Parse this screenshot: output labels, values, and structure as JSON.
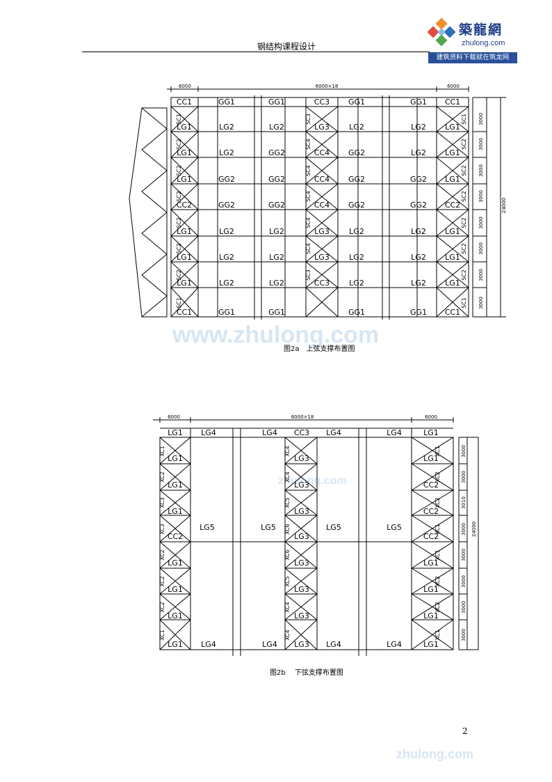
{
  "header": {
    "title": "钢结构课程设计"
  },
  "logo": {
    "name": "築龍網",
    "url": "zhulong.com",
    "tagline": "建筑资料下载就在筑龙网"
  },
  "figure_a": {
    "caption": "图2a　上弦支撑布置图",
    "dim_left": "6000",
    "dim_mid": "6000×18",
    "dim_right": "6000",
    "dim_total": "24000",
    "row_dim": "3000",
    "labels": [
      [
        "CC1",
        "GG1",
        "GG1",
        "CC3",
        "GG1",
        "GG1",
        "CC1"
      ],
      [
        "LG1",
        "LG2",
        "LG2",
        "LG3",
        "LG2",
        "LG2",
        "LG1"
      ],
      [
        "LG1",
        "LG2",
        "GG2",
        "CC4",
        "GG2",
        "LG2",
        "LG1"
      ],
      [
        "LG1",
        "GG2",
        "GG2",
        "CC4",
        "GG2",
        "GG2",
        "LG1"
      ],
      [
        "CC2",
        "GG2",
        "GG2",
        "CC4",
        "GG2",
        "GG2",
        "CC2"
      ],
      [
        "LG1",
        "LG2",
        "LG2",
        "LG3",
        "LG2",
        "LG2",
        "LG1"
      ],
      [
        "LG1",
        "LG2",
        "LG2",
        "LG3",
        "LG2",
        "LG2",
        "LG1"
      ],
      [
        "LG1",
        "LG2",
        "LG2",
        "CC3",
        "LG2",
        "LG2",
        "LG1"
      ],
      [
        "CC1",
        "GG1",
        "GG1",
        "",
        "GG1",
        "GG1",
        "CC1"
      ]
    ],
    "left_side": [
      "SC1",
      "SC2",
      "SC2",
      "SC2",
      "SC2",
      "SC2",
      "SC2",
      "SC1"
    ],
    "mid_side": [
      "SC3",
      "SC4",
      "SC4",
      "SC4",
      "SC4",
      "SC4",
      "SC3"
    ],
    "right_side": [
      "SC1",
      "SC2",
      "SC2",
      "SC2",
      "SC2",
      "SC2",
      "SC2",
      "SC1"
    ]
  },
  "figure_b": {
    "caption": "图2b　 下弦支撑布置图",
    "dim_left": "6000",
    "dim_mid": "6000×18",
    "dim_right": "6000",
    "dim_total": "24000",
    "row_dims": [
      "3000",
      "3000",
      "3010",
      "3000",
      "3000",
      "3000",
      "3000",
      "3000"
    ],
    "top_labels": [
      "LG1",
      "LG4",
      "LG4",
      "CC3",
      "LG4",
      "LG4",
      "LG1"
    ],
    "mid_labels": [
      "LG5",
      "LG5",
      "LG5",
      "LG5"
    ],
    "bottom_labels": [
      "LG1",
      "LG4",
      "LG4",
      "LG3",
      "LG4",
      "LG4",
      "LG1"
    ],
    "left_col": [
      "LG1",
      "LG1",
      "LG1",
      "CC2",
      "LG1",
      "LG1",
      "LG1"
    ],
    "mid_col": [
      "LG3",
      "LG3",
      "LG3",
      "LG3",
      "LG3",
      "LG3",
      "LG3"
    ],
    "right_col": [
      "LG1",
      "CC2",
      "CC2",
      "CC2",
      "LG1",
      "LG1",
      "LG1"
    ],
    "left_side": [
      "XC1",
      "XC2",
      "XC3",
      "XC3",
      "XC2",
      "XC2",
      "XC2",
      "XC1"
    ],
    "mid_side": [
      "XC4",
      "XC4",
      "XC5",
      "XC6",
      "XC6",
      "XC5",
      "XC4",
      "XC4"
    ],
    "right_side": [
      "XC1",
      "XC2",
      "XC2",
      "XC1",
      "XC1",
      "XC2",
      "XC2",
      "XC1"
    ]
  },
  "page_number": "2",
  "watermark": {
    "large": "www.zhulong.com",
    "small": "zhulong.com"
  }
}
